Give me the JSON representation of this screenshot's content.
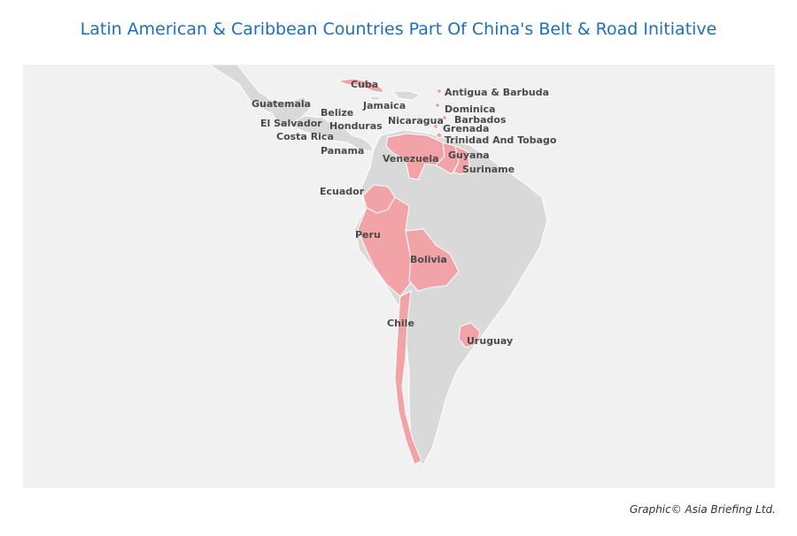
{
  "title": "Latin American & Caribbean Countries Part Of China's Belt & Road Initiative",
  "credit": "Graphic© Asia Briefing Ltd.",
  "colors": {
    "highlight": "#f2a3a8",
    "land": "#d9d9d9",
    "background": "#f1f1f1",
    "title": "#1d6fb8"
  },
  "countries": [
    "Cuba",
    "Antigua & Barbuda",
    "Guatemala",
    "Belize",
    "Jamaica",
    "Dominica",
    "El Salvador",
    "Honduras",
    "Nicaragua",
    "Barbados",
    "Grenada",
    "Costa Rica",
    "Trinidad And Tobago",
    "Panama",
    "Venezuela",
    "Guyana",
    "Suriname",
    "Ecuador",
    "Peru",
    "Bolivia",
    "Chile",
    "Uruguay"
  ]
}
